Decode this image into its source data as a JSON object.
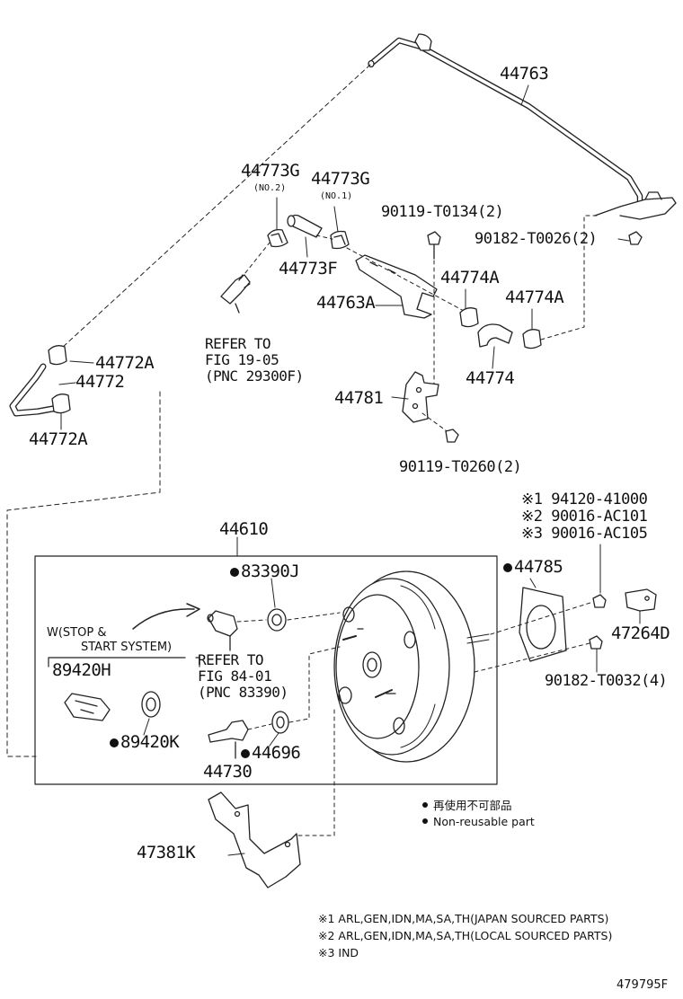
{
  "labels": {
    "p44763": "44763",
    "p44773g_a": "44773G",
    "p44773g_a_note": "(NO.2)",
    "p44773g_b": "44773G",
    "p44773g_b_note": "(NO.1)",
    "p90119_t0134": "90119-T0134(2)",
    "p90182_t0026": "90182-T0026(2)",
    "p44773f": "44773F",
    "p44774a_a": "44774A",
    "p44774a_b": "44774A",
    "p44763a": "44763A",
    "refer_29300": "REFER TO\nFIG 19-05\n(PNC 29300F)",
    "p44774": "44774",
    "p44772a_top": "44772A",
    "p44772": "44772",
    "p44781": "44781",
    "p44772a_bottom": "44772A",
    "p90119_t0260": "90119-T0260(2)",
    "note_94120": "※1 94120-41000",
    "note_90016_101": "※2 90016-AC101",
    "note_90016_105": "※3 90016-AC105",
    "p44610": "44610",
    "p83390j": "83390J",
    "p44785": "44785",
    "w_stop_1": "W(STOP &",
    "w_stop_2": "START SYSTEM)",
    "refer_83390": "REFER TO\nFIG 84-01\n(PNC 83390)",
    "p47264d": "47264D",
    "p89420h": "89420H",
    "p90182_t0032": "90182-T0032(4)",
    "p89420k": "89420K",
    "p44696": "44696",
    "p44730": "44730",
    "p47381k": "47381K"
  },
  "legend": {
    "jp": "再使用不可部品",
    "en": "Non-reusable part"
  },
  "footnotes": {
    "n1": "※1 ARL,GEN,IDN,MA,SA,TH(JAPAN SOURCED PARTS)",
    "n2": "※2 ARL,GEN,IDN,MA,SA,TH(LOCAL SOURCED PARTS)",
    "n3": "※3 IND"
  },
  "figure_id": "479795F"
}
